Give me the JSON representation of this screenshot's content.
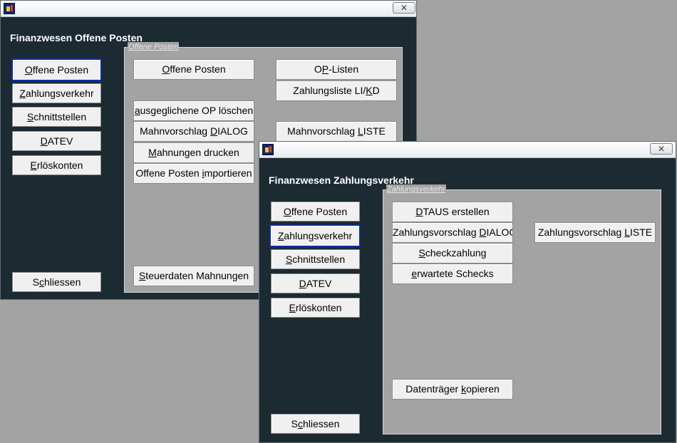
{
  "op_window": {
    "heading": "Finanzwesen Offene Posten",
    "close_glyph": "✕",
    "nav": {
      "offene_posten": [
        "",
        "O",
        "ffene Posten"
      ],
      "zahlungsverkehr": [
        "",
        "Z",
        "ahlungsverkehr"
      ],
      "schnittstellen": [
        "",
        "S",
        "chnittstellen"
      ],
      "datev": [
        "",
        "D",
        "ATEV"
      ],
      "erloeskonten": [
        "",
        "E",
        "rlöskonten"
      ],
      "schliessen": [
        "S",
        "c",
        "hliessen"
      ]
    },
    "panel": {
      "caption": "Offene Posten",
      "offene_posten": [
        "",
        "O",
        "ffene Posten"
      ],
      "op_listen": [
        "O",
        "P",
        "-Listen"
      ],
      "zahlungsliste": [
        "Zahlungsliste LI/",
        "K",
        "D"
      ],
      "ausgeglichene": [
        "",
        "a",
        "usgeglichene OP löschen"
      ],
      "mahnvorschlag_dialog": [
        "Mahnvorschlag ",
        "D",
        "IALOG"
      ],
      "mahnvorschlag_liste": [
        "Mahnvorschlag ",
        "L",
        "ISTE"
      ],
      "mahnungen_drucken": [
        "",
        "M",
        "ahnungen drucken"
      ],
      "op_importieren": [
        "Offene Posten ",
        "i",
        "mportieren"
      ],
      "steuerdaten": [
        "",
        "S",
        "teuerdaten Mahnungen"
      ]
    }
  },
  "zv_window": {
    "heading": "Finanzwesen Zahlungsverkehr",
    "close_glyph": "✕",
    "nav": {
      "offene_posten": [
        "",
        "O",
        "ffene Posten"
      ],
      "zahlungsverkehr": [
        "",
        "Z",
        "ahlungsverkehr"
      ],
      "schnittstellen": [
        "",
        "S",
        "chnittstellen"
      ],
      "datev": [
        "",
        "D",
        "ATEV"
      ],
      "erloeskonten": [
        "",
        "E",
        "rlöskonten"
      ],
      "schliessen": [
        "S",
        "c",
        "hliessen"
      ]
    },
    "panel": {
      "caption": "Zahlungsverkehr",
      "dtaus": [
        "",
        "D",
        "TAUS erstellen"
      ],
      "zv_dialog": [
        "Zahlungsvorschlag ",
        "D",
        "IALOG"
      ],
      "zv_liste": [
        "Zahlungsvorschlag ",
        "L",
        "ISTE"
      ],
      "scheckzahlung": [
        "",
        "S",
        "checkzahlung"
      ],
      "erwartete": [
        "",
        "e",
        "rwartete Schecks"
      ],
      "datentraeger": [
        "Datenträger ",
        "k",
        "opieren"
      ]
    }
  }
}
